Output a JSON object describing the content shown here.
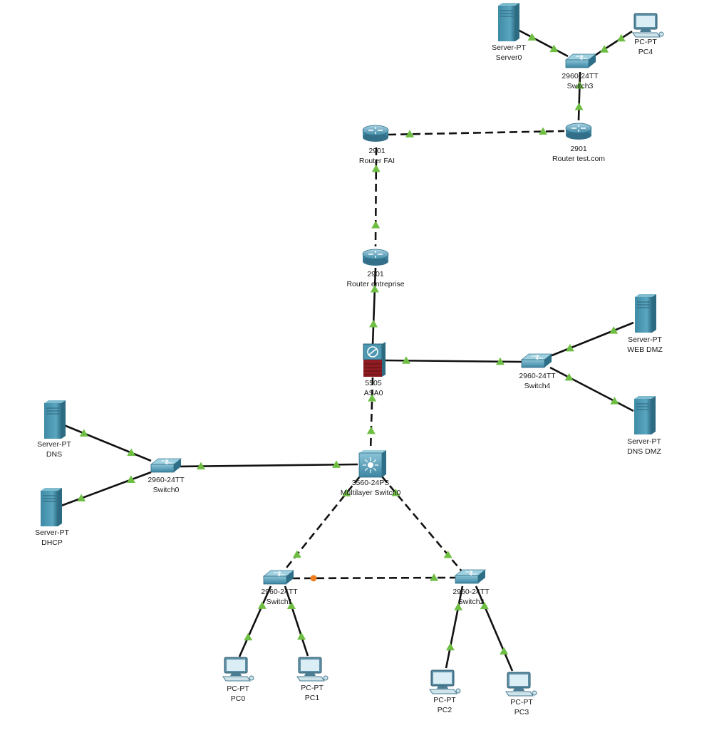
{
  "topology": {
    "devices": [
      {
        "id": "server0",
        "kind": "server",
        "model": "Server-PT",
        "name": "Server0"
      },
      {
        "id": "pc4",
        "kind": "pc",
        "model": "PC-PT",
        "name": "PC4"
      },
      {
        "id": "switch3",
        "kind": "switch",
        "model": "2960-24TT",
        "name": "Switch3"
      },
      {
        "id": "router_fai",
        "kind": "router",
        "model": "2901",
        "name": "Router FAI"
      },
      {
        "id": "router_test",
        "kind": "router",
        "model": "2901",
        "name": "Router test.com"
      },
      {
        "id": "router_ent",
        "kind": "router",
        "model": "2901",
        "name": "Router entreprise"
      },
      {
        "id": "asa0",
        "kind": "firewall",
        "model": "5505",
        "name": "ASA0"
      },
      {
        "id": "switch4",
        "kind": "switch",
        "model": "2960-24TT",
        "name": "Switch4"
      },
      {
        "id": "web_dmz",
        "kind": "server",
        "model": "Server-PT",
        "name": "WEB DMZ"
      },
      {
        "id": "dns_dmz",
        "kind": "server",
        "model": "Server-PT",
        "name": "DNS DMZ"
      },
      {
        "id": "dns",
        "kind": "server",
        "model": "Server-PT",
        "name": "DNS"
      },
      {
        "id": "dhcp",
        "kind": "server",
        "model": "Server-PT",
        "name": "DHCP"
      },
      {
        "id": "switch0",
        "kind": "switch",
        "model": "2960-24TT",
        "name": "Switch0"
      },
      {
        "id": "mls0",
        "kind": "mlswitch",
        "model": "3560-24PS",
        "name": "Multilayer Switch0"
      },
      {
        "id": "switch1",
        "kind": "switch",
        "model": "2960-24TT",
        "name": "Switch1"
      },
      {
        "id": "switch2",
        "kind": "switch",
        "model": "2960-24TT",
        "name": "Switch2"
      },
      {
        "id": "pc0",
        "kind": "pc",
        "model": "PC-PT",
        "name": "PC0"
      },
      {
        "id": "pc1",
        "kind": "pc",
        "model": "PC-PT",
        "name": "PC1"
      },
      {
        "id": "pc2",
        "kind": "pc",
        "model": "PC-PT",
        "name": "PC2"
      },
      {
        "id": "pc3",
        "kind": "pc",
        "model": "PC-PT",
        "name": "PC3"
      }
    ],
    "links": [
      {
        "from": "server0",
        "to": "switch3",
        "cable": "straight",
        "status_a": "up",
        "status_b": "up"
      },
      {
        "from": "pc4",
        "to": "switch3",
        "cable": "straight",
        "status_a": "up",
        "status_b": "up"
      },
      {
        "from": "switch3",
        "to": "router_test",
        "cable": "straight",
        "status_a": "up",
        "status_b": "up"
      },
      {
        "from": "router_fai",
        "to": "router_test",
        "cable": "crossover",
        "status_a": "up",
        "status_b": "up"
      },
      {
        "from": "router_fai",
        "to": "router_ent",
        "cable": "crossover",
        "status_a": "up",
        "status_b": "up"
      },
      {
        "from": "router_ent",
        "to": "asa0",
        "cable": "straight",
        "status_a": "up",
        "status_b": "up"
      },
      {
        "from": "asa0",
        "to": "switch4",
        "cable": "straight",
        "status_a": "up",
        "status_b": "up"
      },
      {
        "from": "switch4",
        "to": "web_dmz",
        "cable": "straight",
        "status_a": "up",
        "status_b": "up"
      },
      {
        "from": "switch4",
        "to": "dns_dmz",
        "cable": "straight",
        "status_a": "up",
        "status_b": "up"
      },
      {
        "from": "asa0",
        "to": "mls0",
        "cable": "crossover",
        "status_a": "up",
        "status_b": "up"
      },
      {
        "from": "dns",
        "to": "switch0",
        "cable": "straight",
        "status_a": "up",
        "status_b": "up"
      },
      {
        "from": "dhcp",
        "to": "switch0",
        "cable": "straight",
        "status_a": "up",
        "status_b": "up"
      },
      {
        "from": "switch0",
        "to": "mls0",
        "cable": "straight",
        "status_a": "up",
        "status_b": "up"
      },
      {
        "from": "mls0",
        "to": "switch1",
        "cable": "crossover",
        "status_a": "up",
        "status_b": "up"
      },
      {
        "from": "mls0",
        "to": "switch2",
        "cable": "crossover",
        "status_a": "up",
        "status_b": "up"
      },
      {
        "from": "switch1",
        "to": "switch2",
        "cable": "crossover",
        "status_a": "blocking",
        "status_b": "up"
      },
      {
        "from": "switch1",
        "to": "pc0",
        "cable": "straight",
        "status_a": "up",
        "status_b": "up"
      },
      {
        "from": "switch1",
        "to": "pc1",
        "cable": "straight",
        "status_a": "up",
        "status_b": "up"
      },
      {
        "from": "switch2",
        "to": "pc2",
        "cable": "straight",
        "status_a": "up",
        "status_b": "up"
      },
      {
        "from": "switch2",
        "to": "pc3",
        "cable": "straight",
        "status_a": "up",
        "status_b": "up"
      }
    ]
  },
  "colors": {
    "link_up": "#6fbe44",
    "link_blocking": "#f07d1e",
    "device_blue": "#4d97b0",
    "device_dark": "#2f6f86",
    "firewall_red": "#8e1c22",
    "cable": "#111111"
  }
}
